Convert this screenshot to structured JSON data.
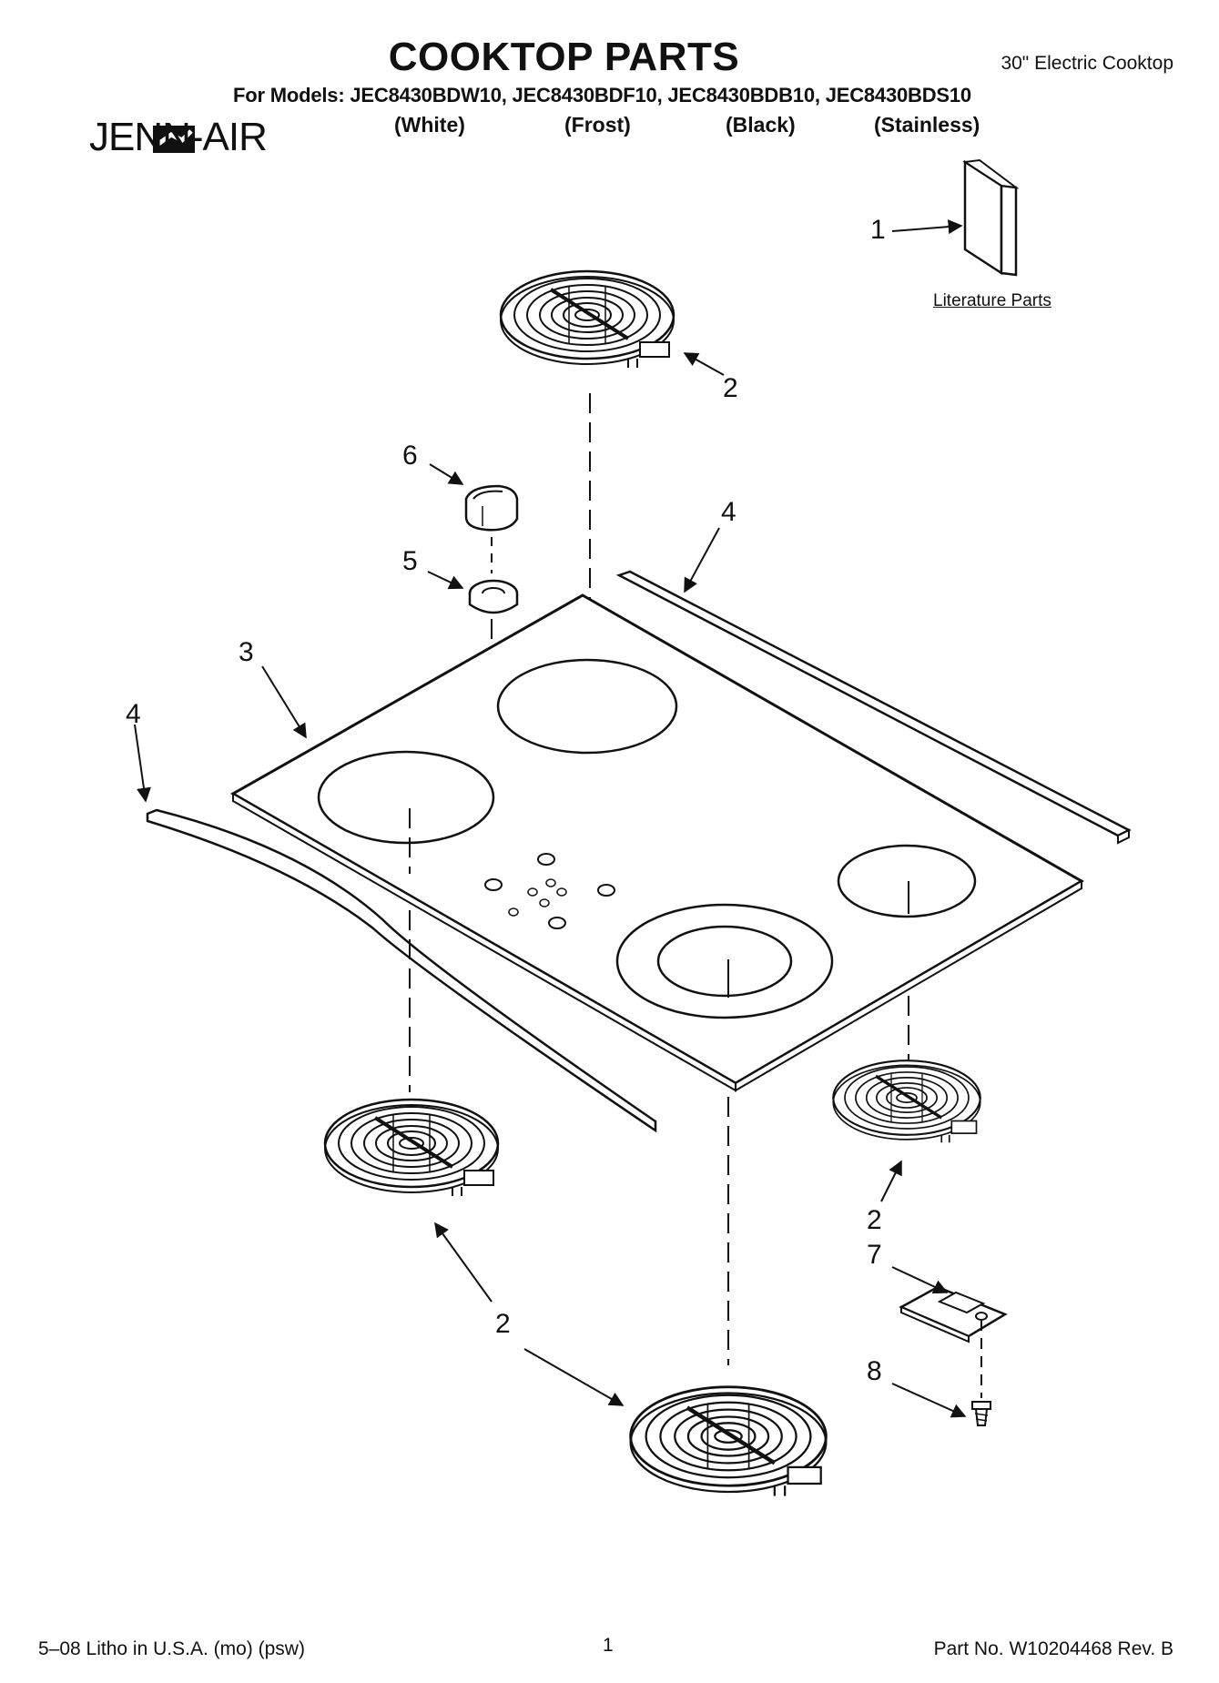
{
  "header": {
    "title": "COOKTOP PARTS",
    "subtitle": "30\" Electric Cooktop",
    "models": "For Models: JEC8430BDW10, JEC8430BDF10, JEC8430BDB10, JEC8430BDS10",
    "colors": [
      "(White)",
      "(Frost)",
      "(Black)",
      "(Stainless)"
    ],
    "brand": "JENN-AIR"
  },
  "diagram": {
    "literature_label": "Literature Parts",
    "callouts": {
      "literature": "1",
      "element_top": "2",
      "element_right": "2",
      "element_bottom_left": "2",
      "knob": "6",
      "grommet": "5",
      "trim_top": "4",
      "trim_left": "4",
      "cooktop": "3",
      "bracket": "7",
      "screw": "8"
    }
  },
  "footer": {
    "left": "5–08 Litho in U.S.A. (mo) (psw)",
    "page": "1",
    "part_no": "Part No. W10204468 Rev. B"
  }
}
